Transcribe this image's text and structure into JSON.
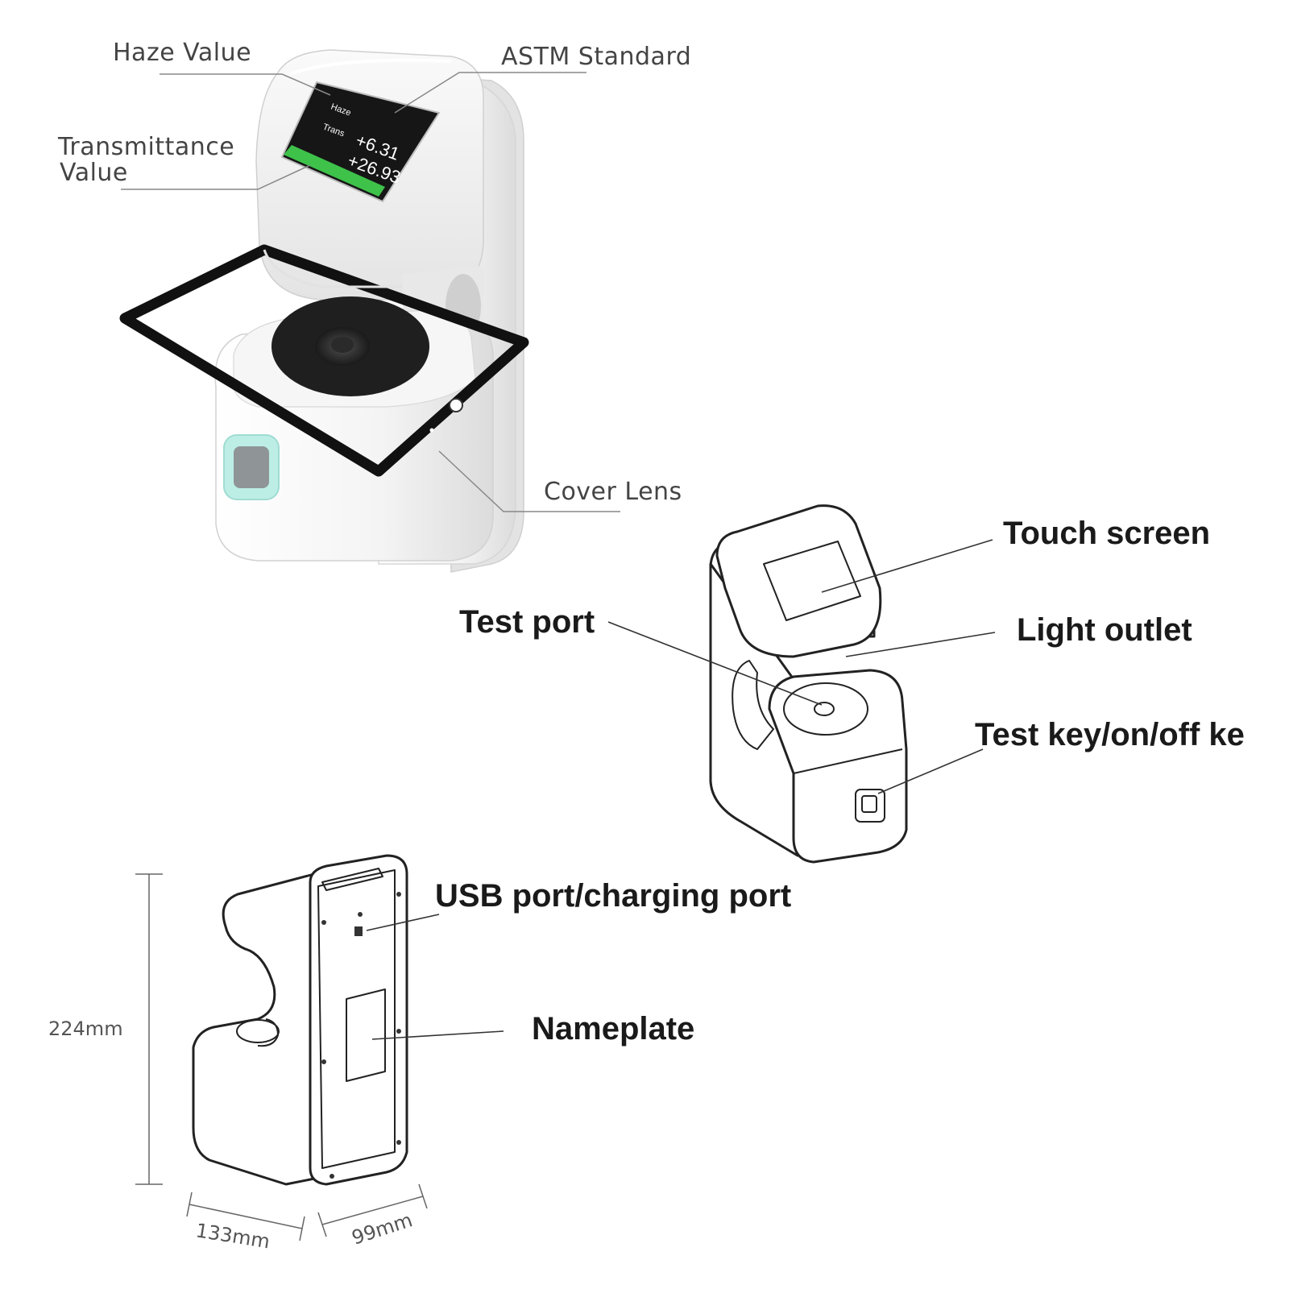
{
  "photo_labels": {
    "haze": "Haze Value",
    "astm": "ASTM Standard",
    "transmittance_line1": "Transmittance",
    "transmittance_line2": "Value",
    "cover_lens": "Cover Lens"
  },
  "lcd": {
    "haze_reading": "+6.31",
    "trans_reading": "+26.93"
  },
  "front_labels": {
    "touch_screen": "Touch screen",
    "test_port": "Test port",
    "light_outlet": "Light outlet",
    "test_key": "Test key/on/off ke"
  },
  "back_labels": {
    "usb_port": "USB port/charging port",
    "nameplate": "Nameplate"
  },
  "dimensions": {
    "height": "224mm",
    "width": "133mm",
    "depth": "99mm"
  },
  "colors": {
    "lcd_green": "#3ec24a",
    "body_white": "#f2f2f2",
    "glow": "#bdeee6"
  }
}
